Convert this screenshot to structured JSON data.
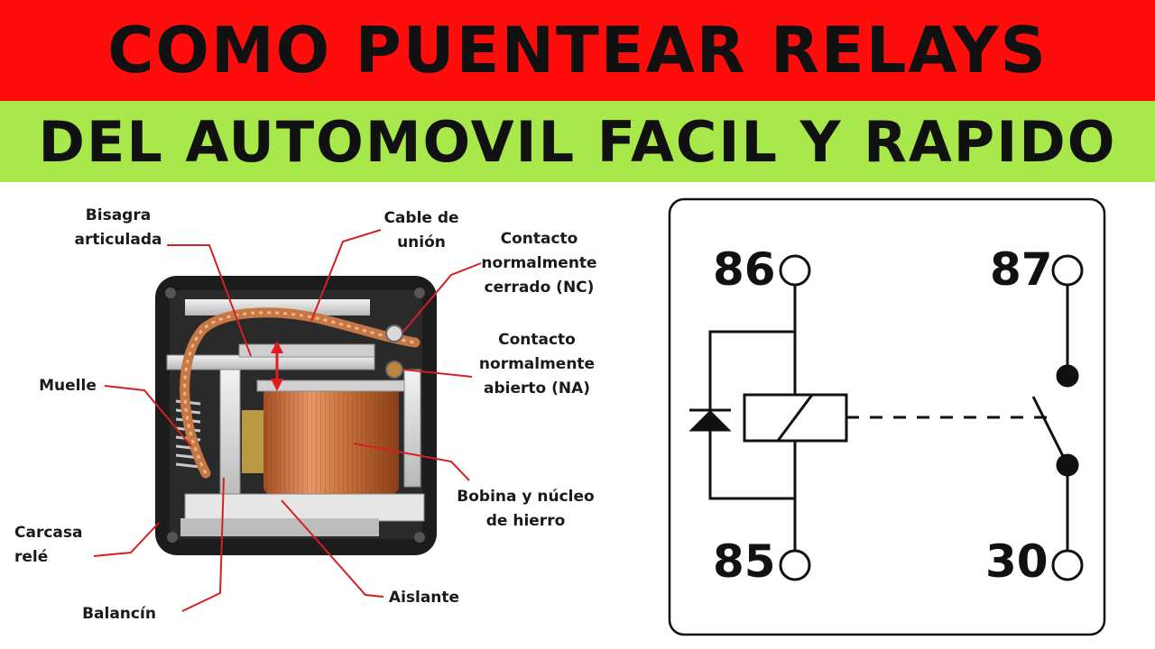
{
  "title": {
    "line1": "COMO PUENTEAR RELAYS",
    "line2": "DEL AUTOMOVIL FACIL Y RAPIDO"
  },
  "colors": {
    "banner_top": "#ff0d0d",
    "banner_bottom": "#a8e84a",
    "leader_line": "#d42020",
    "copper": "#c8703a"
  },
  "relay_labels": {
    "bisagra": "Bisagra\narticulada",
    "cable": "Cable de\nunión",
    "nc": "Contacto\nnormalmente\ncerrado (NC)",
    "na": "Contacto\nnormalmente\nabierto (NA)",
    "muelle": "Muelle",
    "bobina": "Bobina y núcleo\nde hierro",
    "carcasa": "Carcasa\nrelé",
    "aislante": "Aislante",
    "balancin": "Balancín"
  },
  "schematic": {
    "pins": {
      "p86": "86",
      "p85": "85",
      "p87": "87",
      "p30": "30"
    }
  }
}
